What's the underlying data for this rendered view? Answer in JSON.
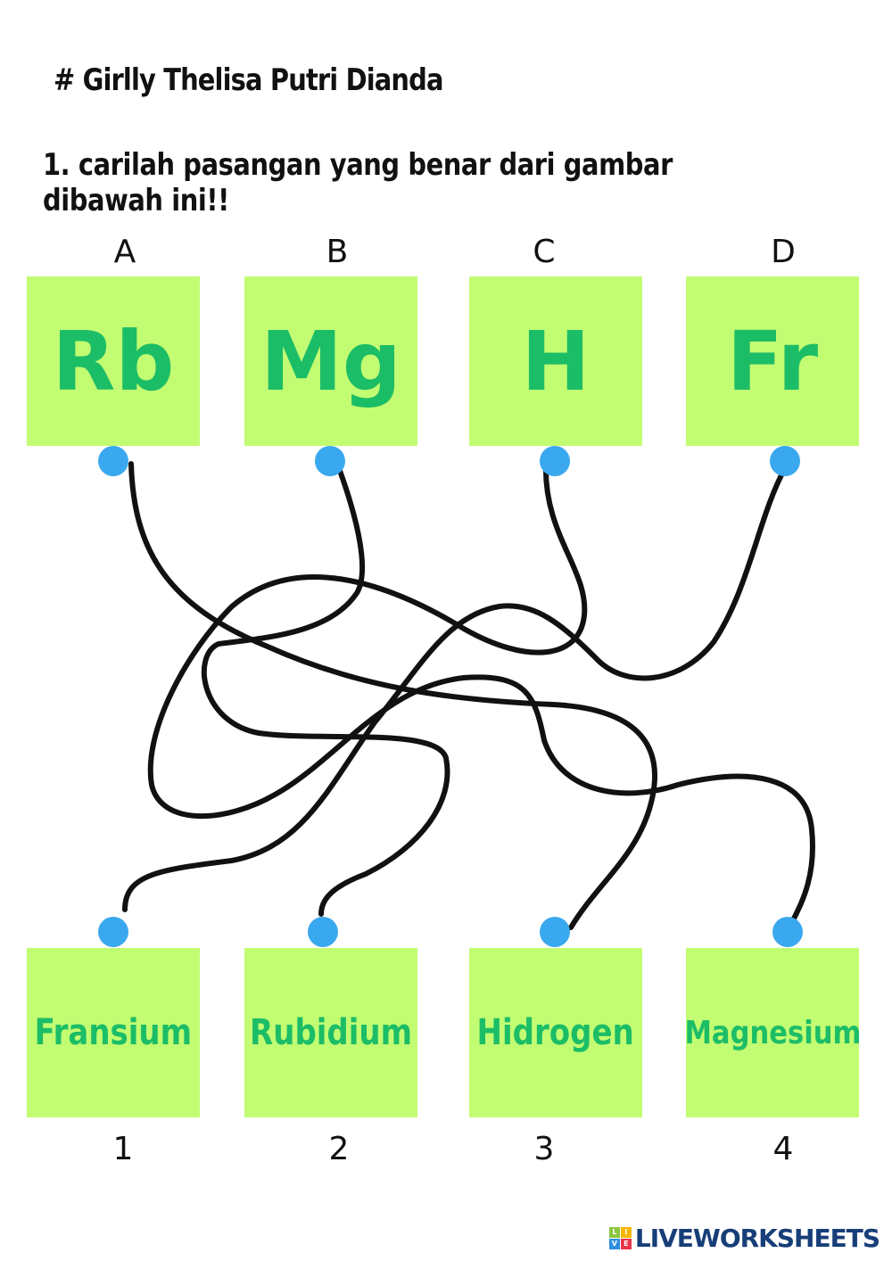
{
  "header": {
    "student": "# Girlly Thelisa Putri Dianda",
    "question": "1.  carilah pasangan yang benar dari gambar dibawah ini!!"
  },
  "top_items": [
    {
      "label": "A",
      "symbol": "Rb"
    },
    {
      "label": "B",
      "symbol": "Mg"
    },
    {
      "label": "C",
      "symbol": "H"
    },
    {
      "label": "D",
      "symbol": "Fr"
    }
  ],
  "bottom_items": [
    {
      "label": "1",
      "name": "Fransium"
    },
    {
      "label": "2",
      "name": "Rubidium"
    },
    {
      "label": "3",
      "name": "Hidrogen"
    },
    {
      "label": "4",
      "name": "Magnesium"
    }
  ],
  "colors": {
    "box": "#c2fc72",
    "text": "#1cbd67",
    "dot": "#3aa8ee"
  },
  "logo": {
    "text": "LIVEWORKSHEETS",
    "letters": [
      "L",
      "I",
      "V",
      "E"
    ]
  }
}
